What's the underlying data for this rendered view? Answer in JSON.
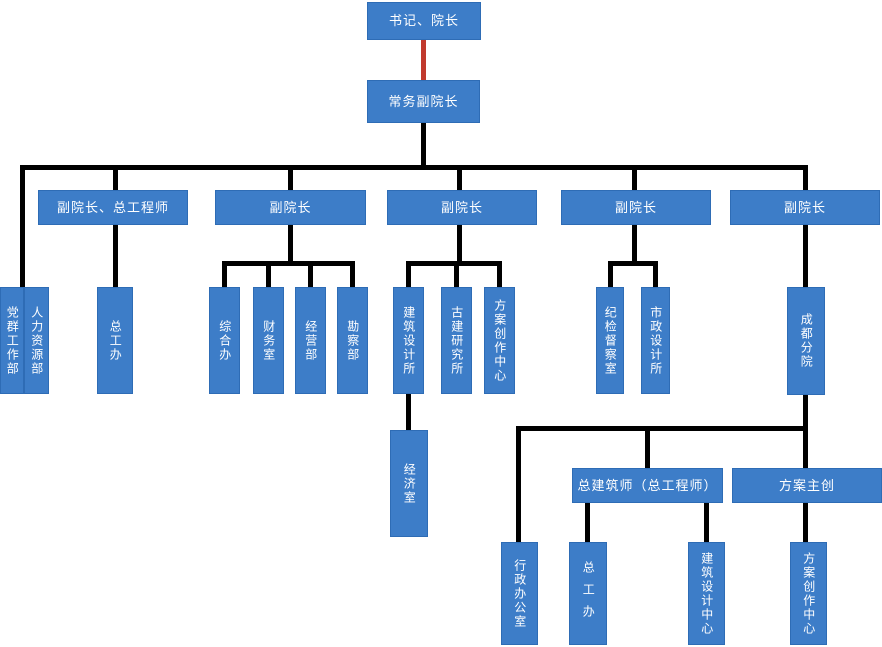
{
  "diagram_type": "organization-chart",
  "palette": {
    "node_fill": "#3D7DC8",
    "node_border": "#2E6CB5",
    "node_text": "#FFFFFF",
    "connector": "#000000",
    "highlight_connector": "#C13A2E"
  },
  "nodes": {
    "president": "书记、院长",
    "executive_vp": "常务副院长",
    "vp_chief_engineer": "副院长、总工程师",
    "vp1": "副院长",
    "vp2": "副院长",
    "vp3": "副院长",
    "vp4": "副院长",
    "party_mass_dept": "党群工作部",
    "hr_dept": "人力资源部",
    "chief_engineer_office": "总工办",
    "general_office": "综合办",
    "finance_office": "财务室",
    "business_dept": "经营部",
    "survey_dept": "勘察部",
    "arch_design_institute": "建筑设计所",
    "ancient_arch_institute": "古建研究所",
    "scheme_creation_center": "方案创作中心",
    "economic_office": "经济室",
    "discipline_inspection_office": "纪检督察室",
    "municipal_design_institute": "市政设计所",
    "chengdu_branch": "成都分院",
    "chief_architect": "总建筑师（总工程师）",
    "scheme_lead": "方案主创",
    "admin_office": "行政办公室",
    "chengdu_chief_engineer_office": "总工办",
    "arch_design_center": "建筑设计中心",
    "chengdu_scheme_creation_center": "方案创作中心"
  },
  "hierarchy": {
    "root": "president",
    "president_reports": [
      "executive_vp"
    ],
    "executive_vp_reports": [
      "party_mass_dept",
      "hr_dept",
      "vp_chief_engineer",
      "vp1",
      "vp2",
      "vp3",
      "vp4"
    ],
    "vp_chief_engineer_reports": [
      "chief_engineer_office"
    ],
    "vp1_reports": [
      "general_office",
      "finance_office",
      "business_dept",
      "survey_dept"
    ],
    "vp2_reports": [
      "arch_design_institute",
      "ancient_arch_institute",
      "scheme_creation_center"
    ],
    "arch_design_institute_reports": [
      "economic_office"
    ],
    "vp3_reports": [
      "discipline_inspection_office",
      "municipal_design_institute"
    ],
    "vp4_reports": [
      "chengdu_branch"
    ],
    "chengdu_branch_reports": [
      "admin_office",
      "chief_architect",
      "scheme_lead"
    ],
    "chief_architect_reports": [
      "chengdu_chief_engineer_office",
      "arch_design_center"
    ],
    "scheme_lead_reports": [
      "chengdu_scheme_creation_center"
    ]
  }
}
